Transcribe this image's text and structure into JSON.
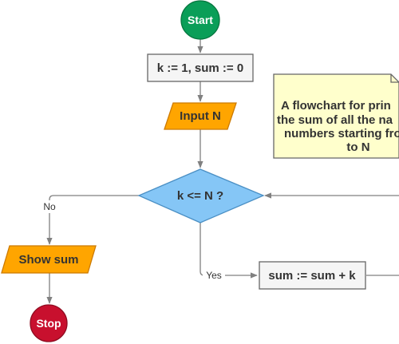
{
  "nodes": {
    "start": {
      "label": "Start"
    },
    "init": {
      "label": "k := 1, sum := 0"
    },
    "input": {
      "label": "Input N"
    },
    "decision": {
      "label": "k <= N ?"
    },
    "show": {
      "label": "Show sum"
    },
    "stop": {
      "label": "Stop"
    },
    "update": {
      "label": "sum := sum + k"
    }
  },
  "edges": {
    "no_label": "No",
    "yes_label": "Yes"
  },
  "note": {
    "lines": [
      "A flowchart for prin",
      "the sum of all the na",
      "numbers starting fro",
      "to N"
    ]
  },
  "colors": {
    "start_fill": "#0a9e58",
    "stop_fill": "#c8102e",
    "io_fill": "#ffa500",
    "decision_fill": "#85c6f6",
    "process_fill": "#f5f5f5",
    "note_fill": "#ffffcc",
    "edge": "#808080"
  }
}
